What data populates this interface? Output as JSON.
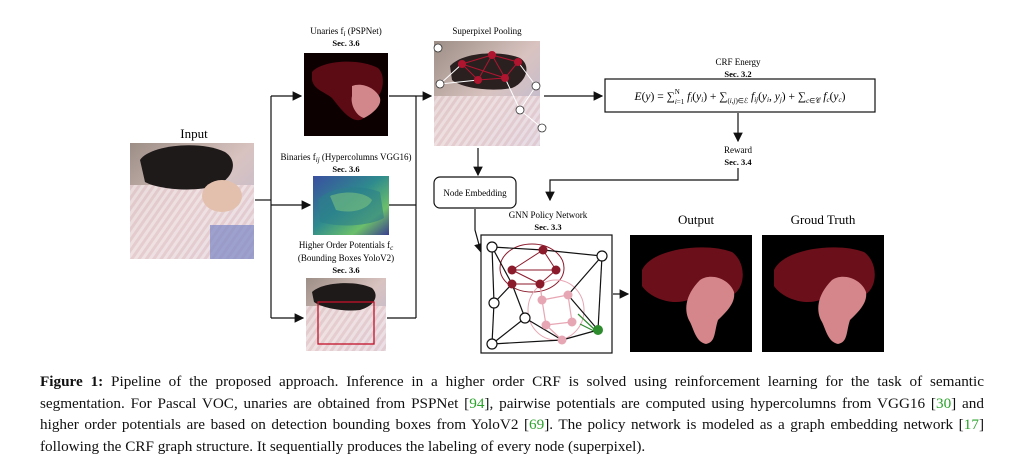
{
  "figure": {
    "input_label": "Input",
    "unaries_label": "Unaries f",
    "unaries_sub": "i",
    "unaries_suffix": " (PSPNet)",
    "unaries_sec": "Sec. 3.6",
    "binaries_label": "Binaries f",
    "binaries_sub": "ij",
    "binaries_suffix": " (Hypercolumns VGG16)",
    "binaries_sec": "Sec. 3.6",
    "higher_label": "Higher Order Potentials f",
    "higher_sub": "c",
    "higher_label2": "(Bounding Boxes YoloV2)",
    "higher_sec": "Sec. 3.6",
    "superpixel_label": "Superpixel Pooling",
    "crf_label": "CRF Energy",
    "crf_sec": "Sec. 3.2",
    "reward_label": "Reward",
    "reward_sec": "Sec. 3.4",
    "node_embedding_label": "Node Embedding",
    "gnn_label": "GNN Policy Network",
    "gnn_sec": "Sec. 3.3",
    "output_label": "Output",
    "ground_truth_label": "Groud Truth"
  },
  "caption": {
    "figure_number": "Figure 1:",
    "text_1": " Pipeline of the proposed approach.  Inference in a higher order CRF is solved using reinforcement learning for the task of semantic segmentation. For Pascal VOC, unaries are obtained from PSPNet [",
    "ref_1": "94",
    "text_2": "], pairwise potentials are computed using hypercolumns from VGG16 [",
    "ref_2": "30",
    "text_3": "] and higher order potentials are based on detection bounding boxes from YoloV2 [",
    "ref_3": "69",
    "text_4": "]. The policy network is modeled as a graph embedding network [",
    "ref_4": "17",
    "text_5": "] following the CRF graph structure. It sequentially produces the labeling of every node (superpixel)."
  },
  "colors": {
    "dark_red": "#6b0f1a",
    "mask_pink": "#d4868a",
    "node_green": "#2e8b2e",
    "node_pink": "#e7a6b3",
    "node_red": "#8b1a2b"
  }
}
